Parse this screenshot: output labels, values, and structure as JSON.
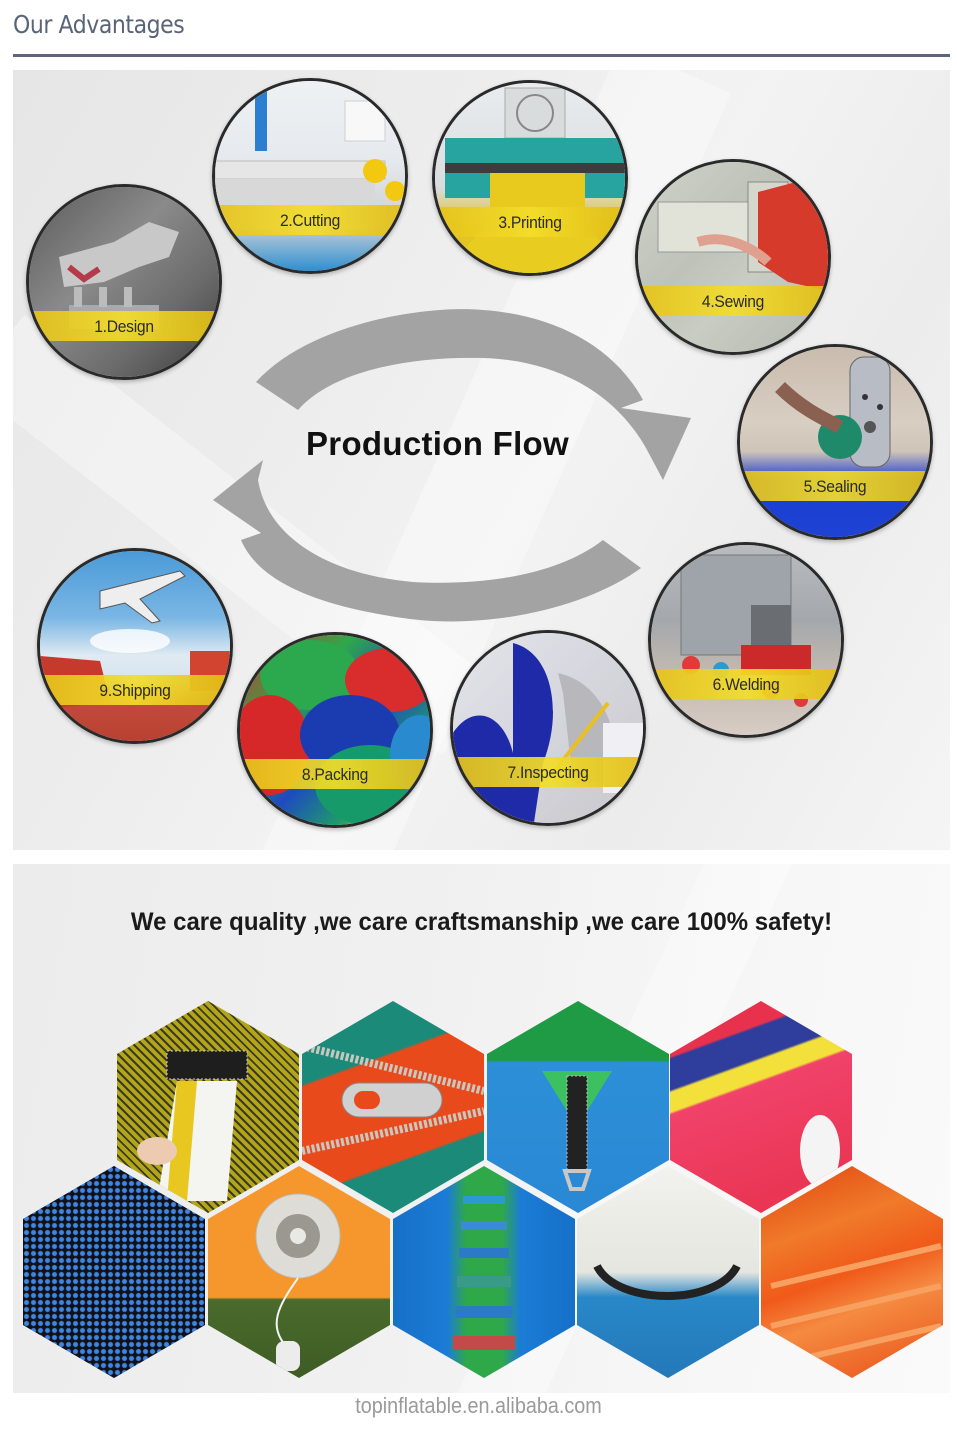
{
  "header": {
    "title": "Our Advantages"
  },
  "production_flow": {
    "title": "Production Flow",
    "arrow_color": "#a3a3a3",
    "band_color": "#f0d624",
    "steps": [
      {
        "label": "1.Design",
        "scene": "grey 3D crocodile design render"
      },
      {
        "label": "2.Cutting",
        "scene": "automatic cutting machine in workshop"
      },
      {
        "label": "3.Printing",
        "scene": "large-format printer with yellow print"
      },
      {
        "label": "4.Sewing",
        "scene": "industrial sewing machine with red fabric"
      },
      {
        "label": "5.Sealing",
        "scene": "tape sealing machine on blue fabric"
      },
      {
        "label": "6.Welding",
        "scene": "welding press with red and blue parts"
      },
      {
        "label": "7.Inspecting",
        "scene": "measuring blue and white inflatable"
      },
      {
        "label": "8.Packing",
        "scene": "packed colourful inflatable rolls"
      },
      {
        "label": "9.Shipping",
        "scene": "airplane over cargo ship"
      }
    ]
  },
  "quality": {
    "caption": "We care quality ,we care craftsmanship ,we care 100% safety!",
    "details": [
      {
        "name": "mesh-velcro-flap",
        "colors": [
          "#b3a51a",
          "#2d2d2d",
          "#ffffff"
        ]
      },
      {
        "name": "zipper-closure",
        "colors": [
          "#e84a1c",
          "#1b8a78",
          "#c9c9c9"
        ]
      },
      {
        "name": "anchor-strap-d-ring",
        "colors": [
          "#1f9a45",
          "#2d8fd8",
          "#222222"
        ]
      },
      {
        "name": "reinforced-seam",
        "colors": [
          "#e8314c",
          "#2f3d9c",
          "#f3e03a"
        ]
      },
      {
        "name": "safety-net-mesh",
        "colors": [
          "#2760c8",
          "#6840a8",
          "#111111"
        ]
      },
      {
        "name": "inflation-valve",
        "colors": [
          "#f5972c",
          "#d8d8d0",
          "#4a6b2c"
        ]
      },
      {
        "name": "slide-ladder-steps",
        "colors": [
          "#1570c8",
          "#2fa84a",
          "#c44a4a"
        ]
      },
      {
        "name": "blower-tube-zip",
        "colors": [
          "#e8e8e0",
          "#2888c8",
          "#222222"
        ]
      },
      {
        "name": "bounce-floor",
        "colors": [
          "#f05a1a",
          "#f07a2a",
          "#e04410"
        ]
      }
    ]
  },
  "footer": {
    "watermark": "topinflatable.en.alibaba.com"
  }
}
